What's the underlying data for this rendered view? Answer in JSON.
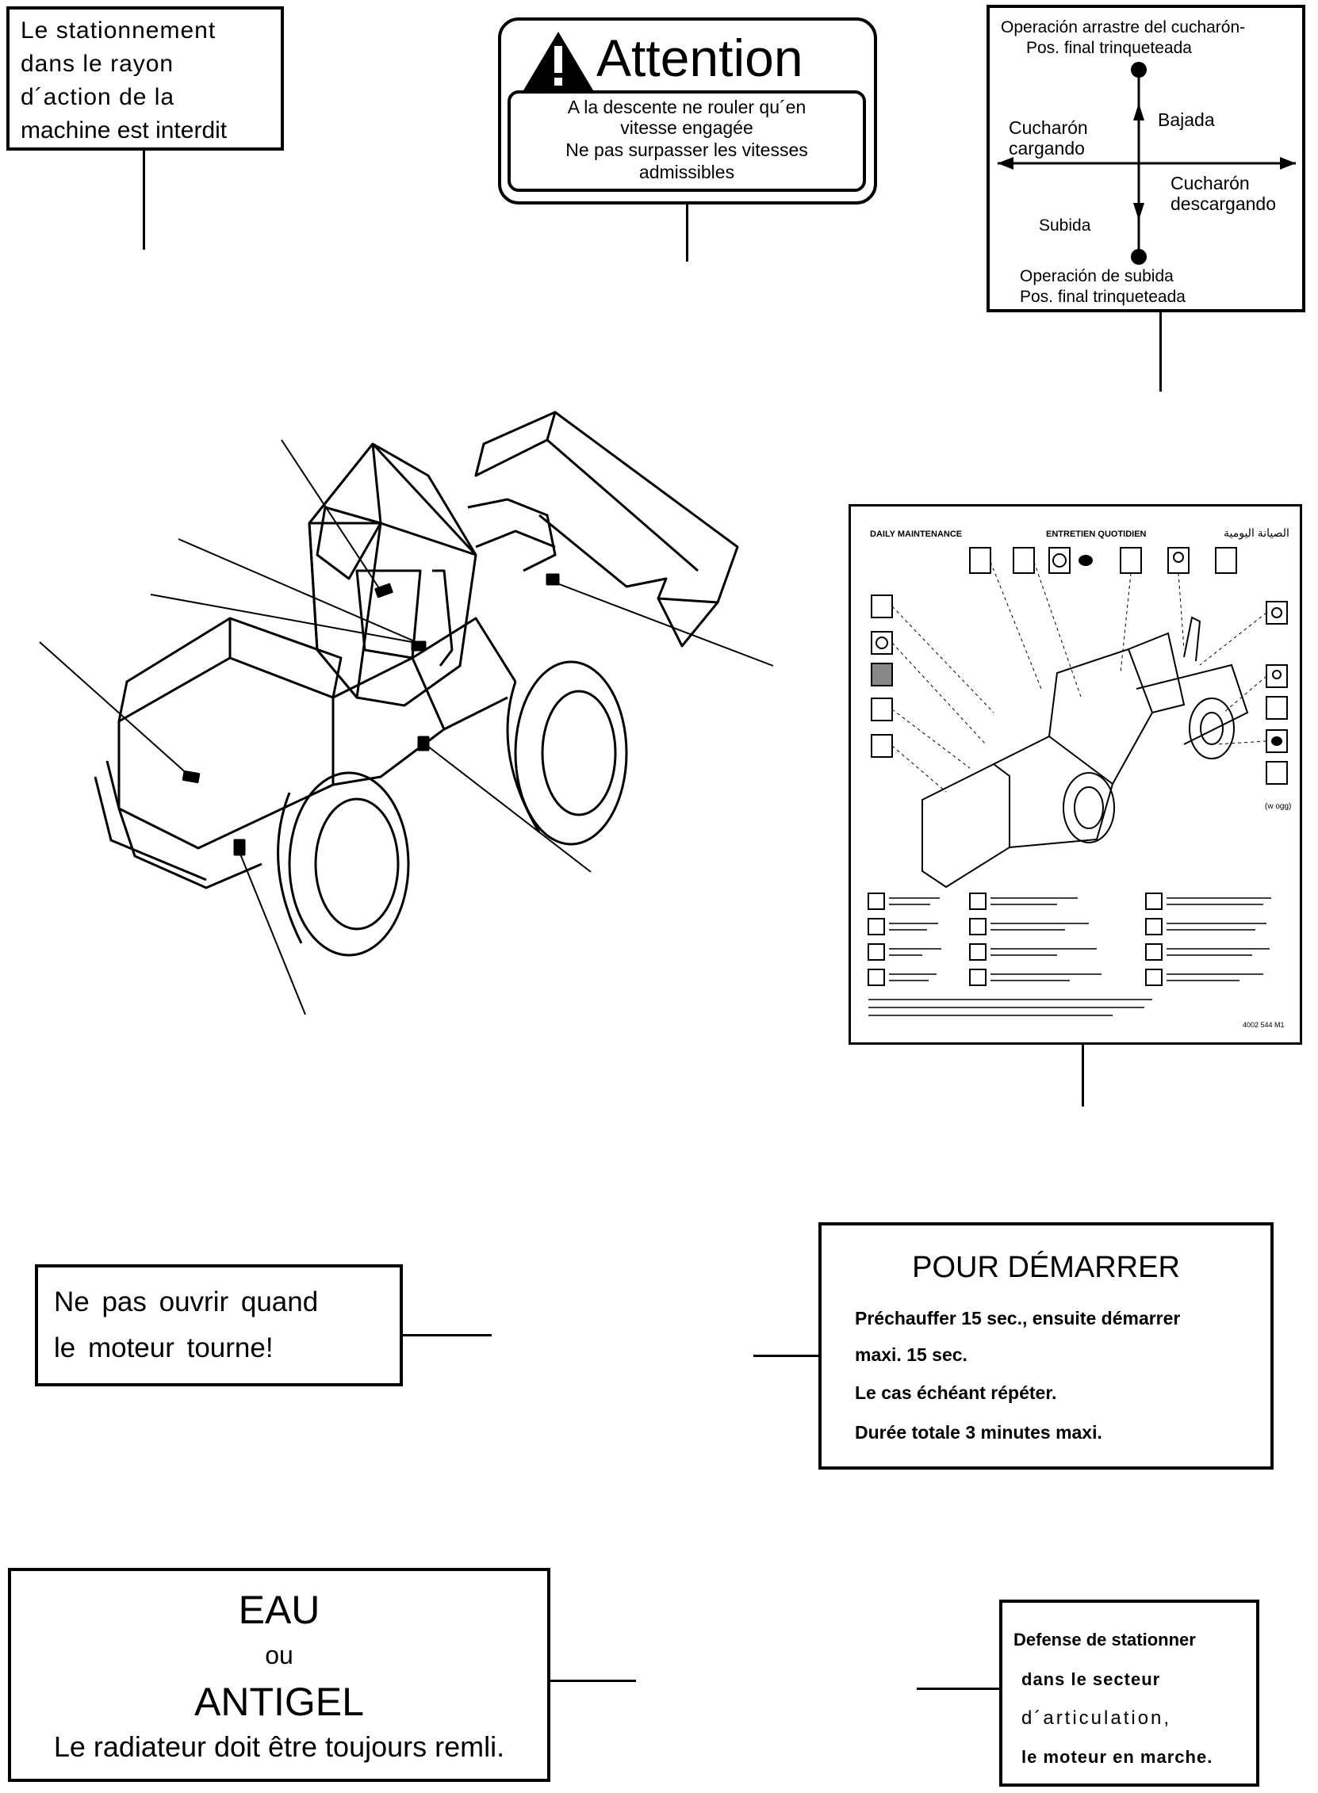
{
  "labels": {
    "parking_prohibited": {
      "lines": [
        "Le stationnement",
        "dans le rayon",
        "d´action de la",
        "machine est interdit"
      ]
    },
    "attention": {
      "title": "Attention",
      "lines": [
        "A la descente ne rouler qu´en",
        "vitesse engagée",
        "Ne pas surpasser les vitesses",
        "admissibles"
      ]
    },
    "bucket_operation": {
      "top": [
        "Operación arrastre del cucharón-",
        "Pos. final trinqueteada"
      ],
      "left": [
        "Cucharón",
        "cargando"
      ],
      "up": "Bajada",
      "right": [
        "Cucharón",
        "descargando"
      ],
      "down": "Subida",
      "bottom": [
        "Operación de subida",
        "Pos. final trinqueteada"
      ]
    },
    "daily_maintenance": {
      "title_en": "DAILY MAINTENANCE",
      "title_fr": "ENTRETIEN QUOTIDIEN",
      "title_ar": "الصيانة اليومية",
      "code_label": "(w ogg)",
      "part_number": "4002 544 M1"
    },
    "do_not_open": {
      "lines": [
        "Ne pas ouvrir quand",
        "le moteur tourne!"
      ]
    },
    "start": {
      "title": "POUR DÉMARRER",
      "lines": [
        "Préchauffer 15 sec., ensuite démarrer",
        "maxi. 15 sec.",
        "Le cas échéant répéter.",
        "Durée totale 3 minutes maxi."
      ]
    },
    "coolant": {
      "line1": "EAU",
      "line2": "ou",
      "line3": "ANTIGEL",
      "line4": "Le radiateur doit être toujours remli."
    },
    "articulation": {
      "lines": [
        "Defense de stationner",
        "dans le secteur",
        "d´articulation,",
        "le moteur en marche."
      ]
    }
  },
  "icons": [
    "warning-triangle-icon",
    "arrow-cross-icon",
    "loader-drawing",
    "maintenance-chart-icon"
  ]
}
